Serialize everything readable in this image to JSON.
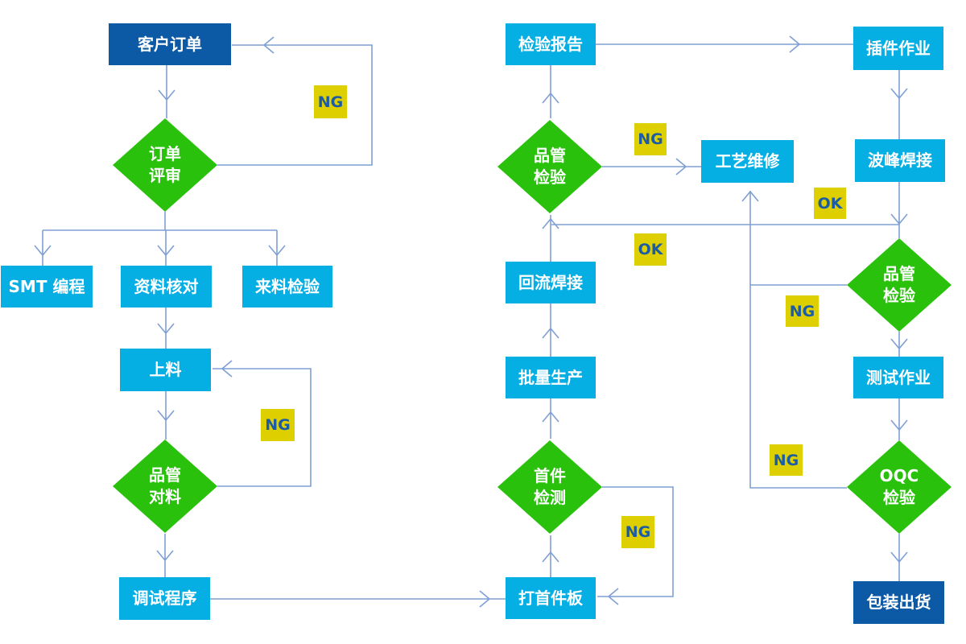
{
  "diagram_type": "flowchart",
  "language": "zh-CN",
  "colors": {
    "terminal_fill": "#0c5aa5",
    "process_fill": "#05aee3",
    "decision_fill": "#29c10c",
    "badge_fill": "#ddcf00",
    "badge_text": "#1b5ca4",
    "connector": "#7f9fd4",
    "node_text": "#ffffff",
    "background": "#ffffff"
  },
  "nodes": {
    "customer_order": {
      "label": "客户订单",
      "shape": "rect",
      "style": "terminal"
    },
    "order_review": {
      "label": "订单\n评审",
      "shape": "diamond",
      "style": "decision"
    },
    "smt_programming": {
      "label": "SMT 编程",
      "shape": "rect",
      "style": "process"
    },
    "data_check": {
      "label": "资料核对",
      "shape": "rect",
      "style": "process"
    },
    "incoming_inspection": {
      "label": "来料检验",
      "shape": "rect",
      "style": "process"
    },
    "loading": {
      "label": "上料",
      "shape": "rect",
      "style": "process"
    },
    "qc_material_check": {
      "label": "品管\n对料",
      "shape": "diamond",
      "style": "decision"
    },
    "debug_program": {
      "label": "调试程序",
      "shape": "rect",
      "style": "process"
    },
    "first_board": {
      "label": "打首件板",
      "shape": "rect",
      "style": "process"
    },
    "first_article_inspection": {
      "label": "首件\n检测",
      "shape": "diamond",
      "style": "decision"
    },
    "mass_production": {
      "label": "批量生产",
      "shape": "rect",
      "style": "process"
    },
    "reflow_soldering": {
      "label": "回流焊接",
      "shape": "rect",
      "style": "process"
    },
    "qc_inspection_mid": {
      "label": "品管\n检验",
      "shape": "diamond",
      "style": "decision"
    },
    "inspection_report": {
      "label": "检验报告",
      "shape": "rect",
      "style": "process"
    },
    "process_repair": {
      "label": "工艺维修",
      "shape": "rect",
      "style": "process"
    },
    "plugin_operation": {
      "label": "插件作业",
      "shape": "rect",
      "style": "process"
    },
    "wave_soldering": {
      "label": "波峰焊接",
      "shape": "rect",
      "style": "process"
    },
    "qc_inspection_right": {
      "label": "品管\n检验",
      "shape": "diamond",
      "style": "decision"
    },
    "test_operation": {
      "label": "测试作业",
      "shape": "rect",
      "style": "process"
    },
    "oqc_inspection": {
      "label": "OQC\n检验",
      "shape": "diamond",
      "style": "decision"
    },
    "packing_shipping": {
      "label": "包装出货",
      "shape": "rect",
      "style": "terminal"
    }
  },
  "edges": [
    {
      "from": "customer_order",
      "to": "order_review",
      "label": ""
    },
    {
      "from": "order_review",
      "to": "customer_order",
      "label": "NG"
    },
    {
      "from": "order_review",
      "to": "smt_programming",
      "label": ""
    },
    {
      "from": "order_review",
      "to": "data_check",
      "label": ""
    },
    {
      "from": "order_review",
      "to": "incoming_inspection",
      "label": ""
    },
    {
      "from": "data_check",
      "to": "loading",
      "label": ""
    },
    {
      "from": "loading",
      "to": "qc_material_check",
      "label": ""
    },
    {
      "from": "qc_material_check",
      "to": "loading",
      "label": "NG"
    },
    {
      "from": "qc_material_check",
      "to": "debug_program",
      "label": ""
    },
    {
      "from": "debug_program",
      "to": "first_board",
      "label": ""
    },
    {
      "from": "first_board",
      "to": "first_article_inspection",
      "label": ""
    },
    {
      "from": "first_article_inspection",
      "to": "first_board",
      "label": "NG"
    },
    {
      "from": "first_article_inspection",
      "to": "mass_production",
      "label": ""
    },
    {
      "from": "mass_production",
      "to": "reflow_soldering",
      "label": ""
    },
    {
      "from": "reflow_soldering",
      "to": "qc_inspection_mid",
      "label": ""
    },
    {
      "from": "qc_inspection_mid",
      "to": "inspection_report",
      "label": ""
    },
    {
      "from": "qc_inspection_mid",
      "to": "process_repair",
      "label": "NG"
    },
    {
      "from": "qc_inspection_mid",
      "to": "qc_inspection_right",
      "label": "OK"
    },
    {
      "from": "inspection_report",
      "to": "plugin_operation",
      "label": ""
    },
    {
      "from": "plugin_operation",
      "to": "wave_soldering",
      "label": ""
    },
    {
      "from": "wave_soldering",
      "to": "qc_inspection_right",
      "label": "OK"
    },
    {
      "from": "qc_inspection_right",
      "to": "process_repair",
      "label": "NG"
    },
    {
      "from": "qc_inspection_right",
      "to": "test_operation",
      "label": ""
    },
    {
      "from": "test_operation",
      "to": "oqc_inspection",
      "label": ""
    },
    {
      "from": "oqc_inspection",
      "to": "process_repair",
      "label": "NG"
    },
    {
      "from": "oqc_inspection",
      "to": "packing_shipping",
      "label": ""
    }
  ]
}
